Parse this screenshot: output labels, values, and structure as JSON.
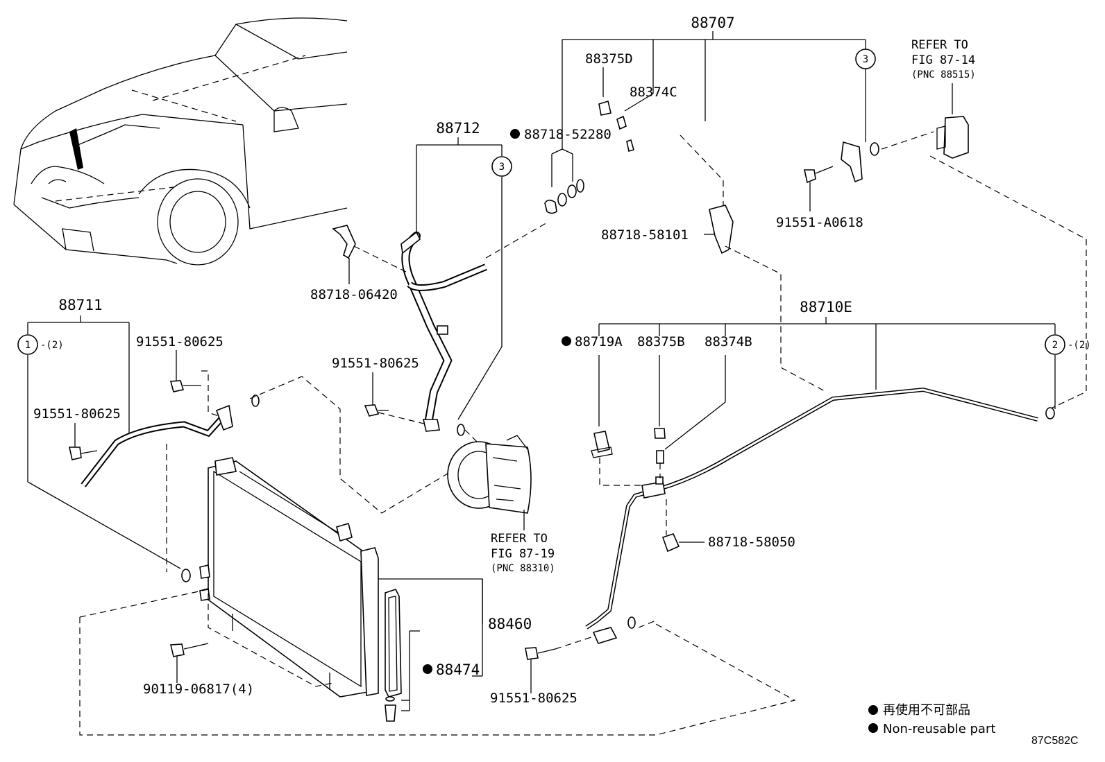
{
  "labels": {
    "p88707": "88707",
    "p88375D": "88375D",
    "p88374C": "88374C",
    "p88718_52280": "88718-52280",
    "p88712": "88712",
    "p88718_06420": "88718-06420",
    "p88718_58101": "88718-58101",
    "p91551_A0618": "91551-A0618",
    "p88711": "88711",
    "p91551_80625_a": "91551-80625",
    "p91551_80625_b": "91551-80625",
    "p91551_80625_c": "91551-80625",
    "p91551_80625_d": "91551-80625",
    "p88710E": "88710E",
    "p88719A": "88719A",
    "p88375B": "88375B",
    "p88374B": "88374B",
    "p88718_58050": "88718-58050",
    "p88460": "88460",
    "p88474": "88474",
    "p90119_06817": "90119-06817(4)"
  },
  "callouts": {
    "c1": "1",
    "c1_note": "-(2)",
    "c2": "2",
    "c2_note": "-(2)",
    "c3a": "3",
    "c3b": "3"
  },
  "refs": {
    "top": {
      "line1": "REFER TO",
      "line2": "FIG 87-14",
      "line3": "(PNC 88515)"
    },
    "mid": {
      "line1": "REFER TO",
      "line2": "FIG 87-19",
      "line3": "(PNC 88310)"
    }
  },
  "legend": {
    "jp": "再使用不可部品",
    "en": "Non-reusable part"
  },
  "figure_code": "87C582C"
}
